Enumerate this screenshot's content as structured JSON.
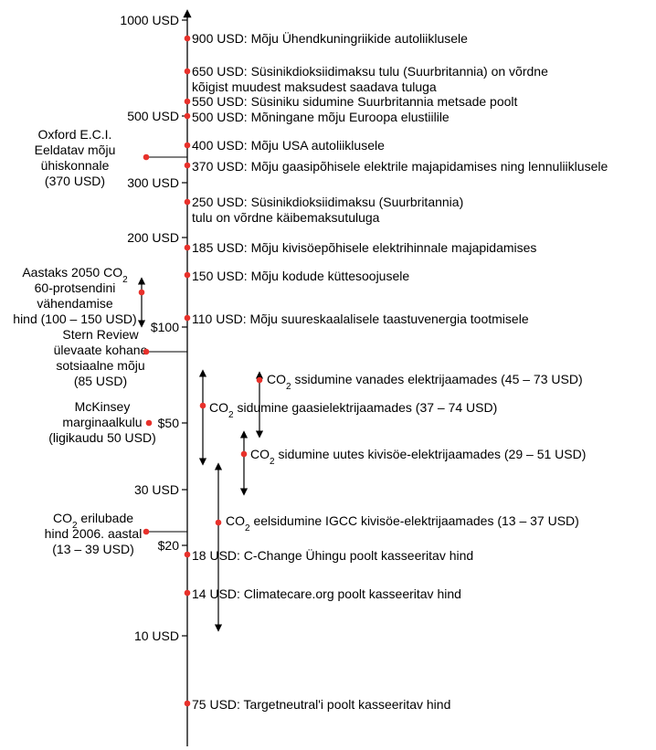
{
  "colors": {
    "dot": "#e8312b",
    "line": "#000000",
    "background": "#ffffff"
  },
  "axis": {
    "ticks": [
      "1000 USD",
      "500 USD",
      "300 USD",
      "200 USD",
      "$100",
      "$50",
      "30 USD",
      "$20",
      "10 USD"
    ]
  },
  "right_items": [
    {
      "lines": [
        "900 USD: Mõju Ühendkuningriikide autoliiklusele"
      ]
    },
    {
      "lines": [
        "650 USD: Süsinikdioksiidimaksu tulu (Suurbritannia) on võrdne",
        "kõigist muudest maksudest saadava tuluga"
      ]
    },
    {
      "lines": [
        "550 USD: Süsiniku sidumine Suurbritannia metsade poolt"
      ]
    },
    {
      "lines": [
        "500 USD: Mõningane mõju Euroopa elustiilile"
      ]
    },
    {
      "lines": [
        "400 USD: Mõju USA autoliiklusele"
      ]
    },
    {
      "lines": [
        "370 USD: Mõju gaasipõhisele elektrile majapidamises ning lennuliiklusele"
      ]
    },
    {
      "lines": [
        "250 USD: Süsinikdioksiidimaksu (Suurbritannia)",
        "tulu on võrdne käibemaksutuluga"
      ]
    },
    {
      "lines": [
        "185 USD: Mõju kivisöepõhisele elektrihinnale majapidamises"
      ]
    },
    {
      "lines": [
        "150 USD: Mõju kodude küttesoojusele"
      ]
    },
    {
      "lines": [
        "110 USD: Mõju suureskaalalisele taastuvenergia tootmisele"
      ]
    },
    {
      "lines": [
        "18 USD: C-Change Ühingu poolt kasseeritav hind"
      ]
    },
    {
      "lines": [
        "14 USD: Climatecare.org poolt kasseeritav hind"
      ]
    },
    {
      "lines": [
        "75 USD: Targetneutral'i poolt kasseeritav hind"
      ]
    }
  ],
  "left_items": [
    {
      "lines": [
        "Oxford E.C.I.",
        "Eeldatav mõju",
        "ühiskonnale",
        "(370 USD)"
      ]
    },
    {
      "lines": [
        "Aastaks 2050 CO2",
        "60-protsendini",
        "vähendamise",
        "hind (100 – 150 USD)"
      ]
    },
    {
      "lines": [
        "Stern Review",
        "ülevaate kohane",
        "sotsiaalne mõju",
        "(85 USD)"
      ]
    },
    {
      "lines": [
        "McKinsey",
        "marginaalkulu",
        "(ligikaudu 50 USD)"
      ]
    },
    {
      "lines": [
        "CO2 erilubade",
        "hind 2006. aastal",
        "(13 – 39 USD)"
      ]
    }
  ],
  "ccs_items": [
    {
      "label": "CO2 ssidumine vanades elektrijaamades (45 – 73 USD)"
    },
    {
      "label": "CO2 sidumine gaasielektrijaamades (37 – 74 USD)"
    },
    {
      "label": "CO2 sidumine uutes kivisöe-elektrijaamades (29 – 51 USD)"
    },
    {
      "label": "CO2 eelsidumine IGCC kivisöe-elektrijaamades (13 – 37 USD)"
    }
  ]
}
